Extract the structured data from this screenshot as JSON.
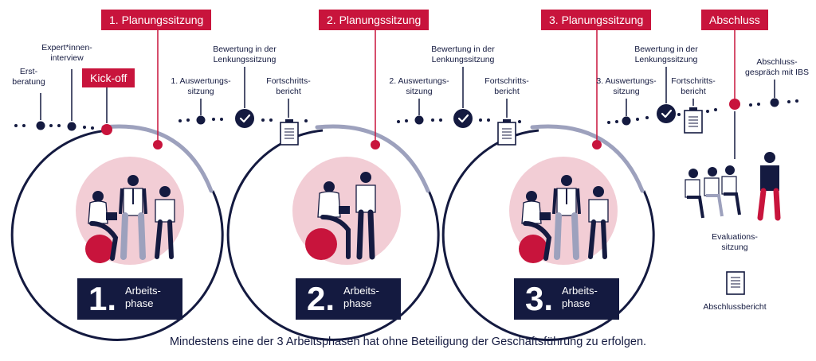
{
  "colors": {
    "navy": "#141a40",
    "red": "#c8143c",
    "gray": "#9da1bd",
    "pink": "#f2cdd5"
  },
  "tags": {
    "kickoff": "Kick-off",
    "planning1": "1. Planungssitzung",
    "planning2": "2. Planungssitzung",
    "planning3": "3. Planungssitzung",
    "closing": "Abschluss"
  },
  "labels": {
    "erstberatung": "Erst-\nberatung",
    "interview": "Expert*innen-\ninterview",
    "auswertung1": "1. Auswertungs-\nsitzung",
    "bewertung1": "Bewertung in der\nLenkungssitzung",
    "fortschritt1": "Fortschritts-\nbericht",
    "auswertung2": "2. Auswertungs-\nsitzung",
    "bewertung2": "Bewertung in der\nLenkungssitzung",
    "fortschritt2": "Fortschritts-\nbericht",
    "auswertung3": "3. Auswertungs-\nsitzung",
    "bewertung3": "Bewertung in der\nLenkungssitzung",
    "fortschritt3": "Fortschritts-\nbericht",
    "abschlussgespraech": "Abschluss-\ngespräch mit IBS",
    "evaluation": "Evaluations-\nsitzung",
    "abschlussbericht": "Abschlussbericht"
  },
  "phases": [
    {
      "number": "1.",
      "text": "Arbeits-\nphase"
    },
    {
      "number": "2.",
      "text": "Arbeits-\nphase"
    },
    {
      "number": "3.",
      "text": "Arbeits-\nphase"
    }
  ],
  "footer": "Mindestens eine der 3 Arbeitsphasen hat ohne Beteiligung der Geschäftsführung zu erfolgen."
}
